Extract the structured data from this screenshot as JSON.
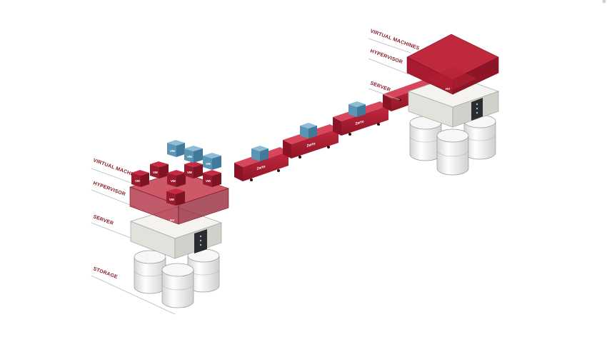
{
  "labels": {
    "virtual_machines": "VIRTUAL MACHINES",
    "hypervisor": "HYPERVISOR",
    "server": "SERVER",
    "storage": "STORAGE",
    "vm_badge": "VM",
    "hv_badge": "HV",
    "train_text": "Zerto"
  },
  "colors": {
    "accent": "#a5192f",
    "accent_dark": "#6e0e1c",
    "vm_blue": "#5b95b4",
    "server_gray": "#e9e7e2"
  }
}
